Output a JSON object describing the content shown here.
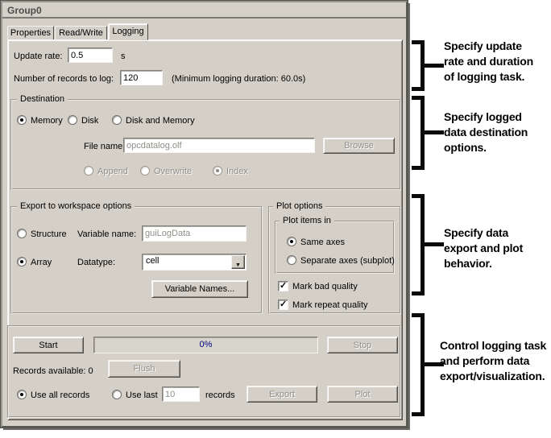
{
  "window": {
    "title": "Group0"
  },
  "tabs": [
    {
      "label": "Properties"
    },
    {
      "label": "Read/Write"
    },
    {
      "label": "Logging"
    }
  ],
  "logging": {
    "update_rate": {
      "label": "Update rate:",
      "value": "0.5",
      "unit": "s"
    },
    "records_to_log": {
      "label": "Number of records to log:",
      "value": "120",
      "hint": "(Minimum logging duration: 60.0s)"
    },
    "destination": {
      "legend": "Destination",
      "memory": "Memory",
      "disk": "Disk",
      "disk_and_memory": "Disk and Memory",
      "file_name_label": "File name:",
      "file_name_value": "opcdatalog.olf",
      "browse": "Browse",
      "append": "Append",
      "overwrite": "Overwrite",
      "index": "Index"
    },
    "export_workspace": {
      "legend": "Export to workspace options",
      "structure": "Structure",
      "variable_name_label": "Variable name:",
      "variable_name_value": "guiLogData",
      "array": "Array",
      "datatype_label": "Datatype:",
      "datatype_value": "cell",
      "variable_names_button": "Variable Names..."
    },
    "plot_options": {
      "legend": "Plot options",
      "plot_items_legend": "Plot items in",
      "same_axes": "Same axes",
      "separate_axes": "Separate axes (subplot)",
      "mark_bad_quality": "Mark bad quality",
      "mark_repeat_quality": "Mark repeat quality"
    },
    "control": {
      "start": "Start",
      "progress": "0%",
      "stop": "Stop",
      "records_available": "Records available: 0",
      "flush": "Flush",
      "use_all_records": "Use all records",
      "use_last": "Use last",
      "use_last_value": "10",
      "records_suffix": "records",
      "export": "Export",
      "plot": "Plot"
    }
  },
  "icons": {
    "check": "✓",
    "dropdown_arrow": "▼"
  },
  "annotations": [
    {
      "lines": [
        "Specify update",
        "rate and duration",
        "of logging task."
      ]
    },
    {
      "lines": [
        "Specify logged",
        "data destination",
        "options."
      ]
    },
    {
      "lines": [
        "Specify data",
        "export and plot",
        "behavior."
      ]
    },
    {
      "lines": [
        "Control logging task",
        "and perform data",
        "export/visualization."
      ]
    }
  ],
  "colors": {
    "dialog_bg": "#d4d0c8",
    "progress_text": "#000080",
    "disabled_text": "#8f8d88",
    "annotation": "#000000"
  }
}
